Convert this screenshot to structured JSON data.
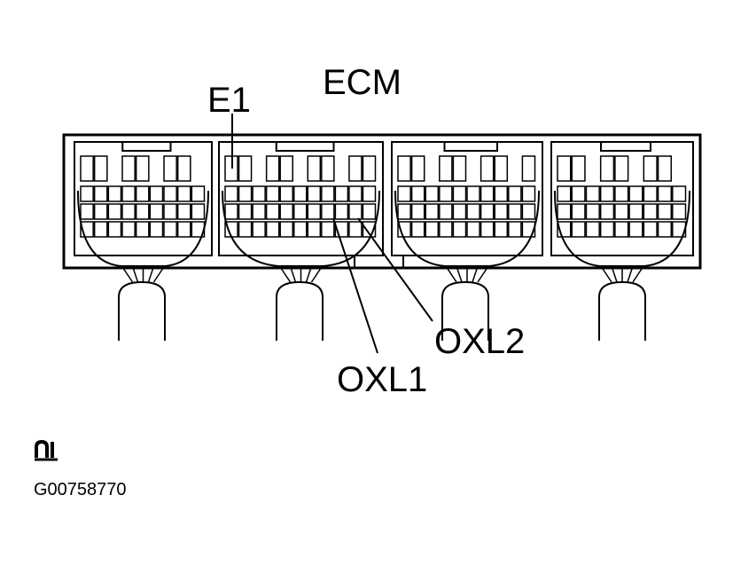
{
  "diagram": {
    "component_label": "ECM",
    "terminal_labels": [
      "E1",
      "OXL1",
      "OXL2"
    ],
    "figure_id": "G00758770",
    "logo_icon": "alldata-logo-icon",
    "line_color": "#000000",
    "background": "#ffffff"
  }
}
